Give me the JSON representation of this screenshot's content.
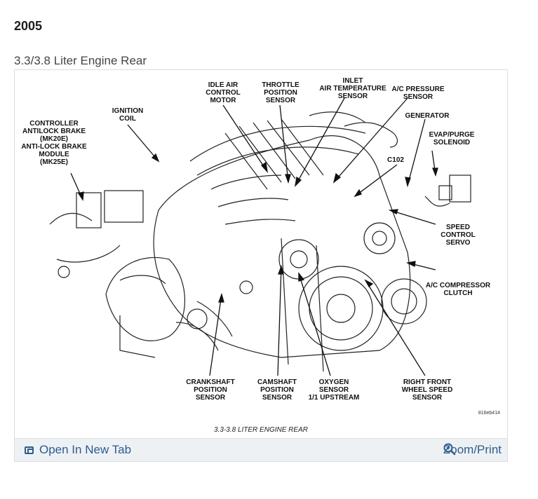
{
  "page": {
    "year": "2005",
    "caption": "3.3/3.8 Liter Engine Rear"
  },
  "figure": {
    "caption": "3.3-3.8 LITER ENGINE REAR",
    "id": "816eb414",
    "labels": {
      "idle_air": "IDLE AIR\nCONTROL\nMOTOR",
      "throttle": "THROTTLE\nPOSITION\nSENSOR",
      "inlet_air": "INLET\nAIR TEMPERATURE\nSENSOR",
      "ac_pressure": "A/C PRESSURE\nSENSOR",
      "ignition": "IGNITION\nCOIL",
      "controller": "CONTROLLER\nANTILOCK BRAKE\n(MK20E)\nANTI-LOCK BRAKE\nMODULE\n(MK25E)",
      "generator": "GENERATOR",
      "evap": "EVAP/PURGE\nSOLENOID",
      "c102": "C102",
      "speed_control": "SPEED\nCONTROL\nSERVO",
      "ac_clutch": "A/C COMPRESSOR\nCLUTCH",
      "crankshaft": "CRANKSHAFT\nPOSITION\nSENSOR",
      "camshaft": "CAMSHAFT\nPOSITION\nSENSOR",
      "oxygen": "OXYGEN\nSENSOR\n1/1 UPSTREAM",
      "wheel_speed": "RIGHT FRONT\nWHEEL SPEED\nSENSOR"
    }
  },
  "footer": {
    "open_label": "Open In New Tab",
    "zoom_label": "Zoom/Print"
  },
  "colors": {
    "link": "#2a5d8f",
    "footer_bg": "#eef1f4"
  }
}
